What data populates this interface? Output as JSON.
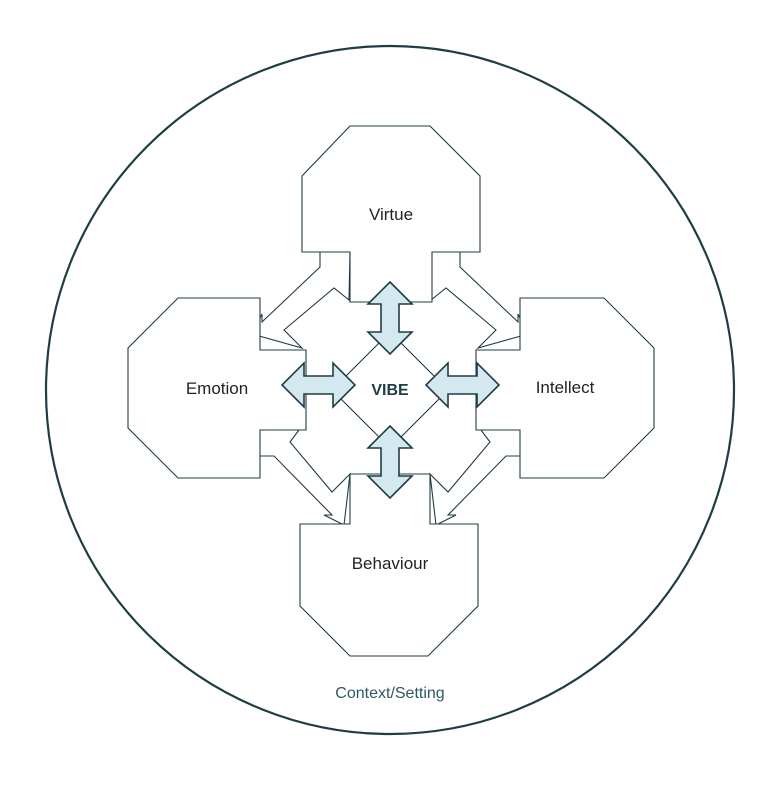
{
  "diagram": {
    "center": {
      "label": "VIBE"
    },
    "nodes": {
      "top": {
        "label": "Virtue"
      },
      "left": {
        "label": "Emotion"
      },
      "right": {
        "label": "Intellect"
      },
      "bottom": {
        "label": "Behaviour"
      }
    },
    "context": {
      "label": "Context/Setting"
    },
    "colors": {
      "stroke": "#1f3d44",
      "arrow_fill": "#d3e9ef",
      "center_text": "#1e3d45",
      "context_text": "#2e5866",
      "node_text": "#222222"
    }
  }
}
